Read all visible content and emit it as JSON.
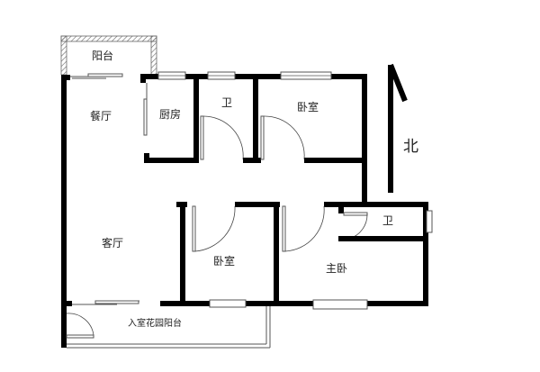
{
  "floorplan": {
    "rooms": [
      {
        "id": "balcony",
        "label": "阳台"
      },
      {
        "id": "dining",
        "label": "餐厅"
      },
      {
        "id": "kitchen",
        "label": "厨房"
      },
      {
        "id": "bath1",
        "label": "卫"
      },
      {
        "id": "bedroom1",
        "label": "卧室"
      },
      {
        "id": "living",
        "label": "客厅"
      },
      {
        "id": "bedroom2",
        "label": "卧室"
      },
      {
        "id": "master",
        "label": "主卧"
      },
      {
        "id": "bath2",
        "label": "卫"
      },
      {
        "id": "garden-balcony",
        "label": "入室花园阳台"
      }
    ],
    "compass": {
      "label": "北"
    },
    "colors": {
      "wall": "#000000",
      "window": "#555555",
      "background": "#ffffff"
    }
  }
}
